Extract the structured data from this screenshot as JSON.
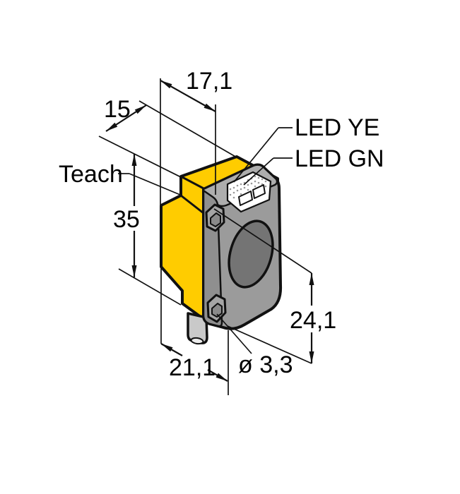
{
  "drawing": {
    "labels": {
      "teach": "Teach",
      "led_yellow": "LED YE",
      "led_green": "LED GN"
    },
    "dimensions": {
      "depth_top": "17,1",
      "width_top": "15",
      "height": "35",
      "lens_axis_height": "24,1",
      "depth_bottom": "21,1",
      "hole_diameter": "ø 3,3"
    },
    "colors": {
      "housing": "#FFCC00",
      "front_housing": "#9B9B9B",
      "front_housing_top": "#ADADAD",
      "front_housing_side": "#8F8F8F",
      "lens": "#747474",
      "cable": "#C9C9C9",
      "led_window": "#FFFFFF",
      "outline": "#111111",
      "background": "#FFFFFF"
    }
  }
}
